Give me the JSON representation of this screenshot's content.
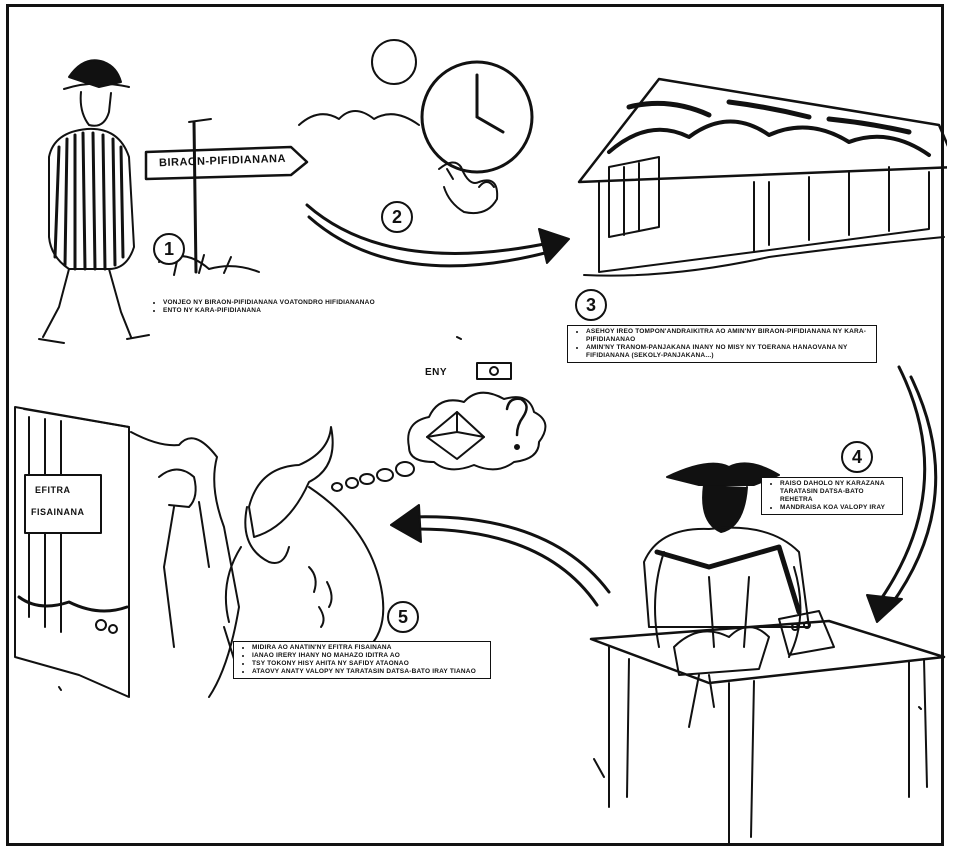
{
  "sign_office": "BIRAON-PIFIDIANANA",
  "sign_booth": [
    "EFITRA",
    "FISAINANA"
  ],
  "thought_label": "ENY",
  "steps": [
    {
      "number": "1",
      "items": [
        "VONJEO NY BIRAON-PIFIDIANANA VOATONDRO HIFIDIANANAO",
        "ENTO NY KARA-PIFIDIANANA"
      ]
    },
    {
      "number": "2"
    },
    {
      "number": "3",
      "items": [
        "ASEHOY IREO TOMPON'ANDRAIKITRA AO AMIN'NY BIRAON-PIFIDIANANA NY KARA-PIFIDIANANAO",
        "AMIN'NY TRANOM-PANJAKANA INANY NO MISY NY TOERANA HANAOVANA NY FIFIDIANANA (Sekoly-panjakana...)"
      ]
    },
    {
      "number": "4",
      "items": [
        "RAISO DAHOLO NY KARAZANA TARATASIN DATSA-BATO REHETRA",
        "MANDRAISA KOA VALOPY IRAY"
      ]
    },
    {
      "number": "5",
      "items": [
        "MIDIRA AO ANATIN'NY EFITRA FISAINANA",
        "IANAO IRERY IHANY NO MAHAZO IDITRA AO",
        "TSY TOKONY HISY AHITA NY SAFIDY ATAONAO",
        "ATAOVY ANATY VALOPY NY TARATASIN DATSA-BATO IRAY TIANAO"
      ]
    }
  ]
}
